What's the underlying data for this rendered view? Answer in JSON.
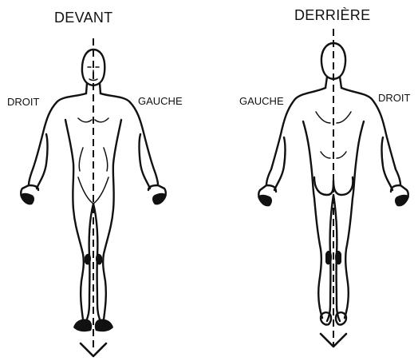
{
  "front": {
    "title": "DEVANT",
    "right_side_label": "DROIT",
    "left_side_label": "GAUCHE"
  },
  "back": {
    "title": "DERRIÈRE",
    "left_side_label": "GAUCHE",
    "right_side_label": "DROIT"
  },
  "colors": {
    "ink": "#111111",
    "background": "#ffffff"
  }
}
